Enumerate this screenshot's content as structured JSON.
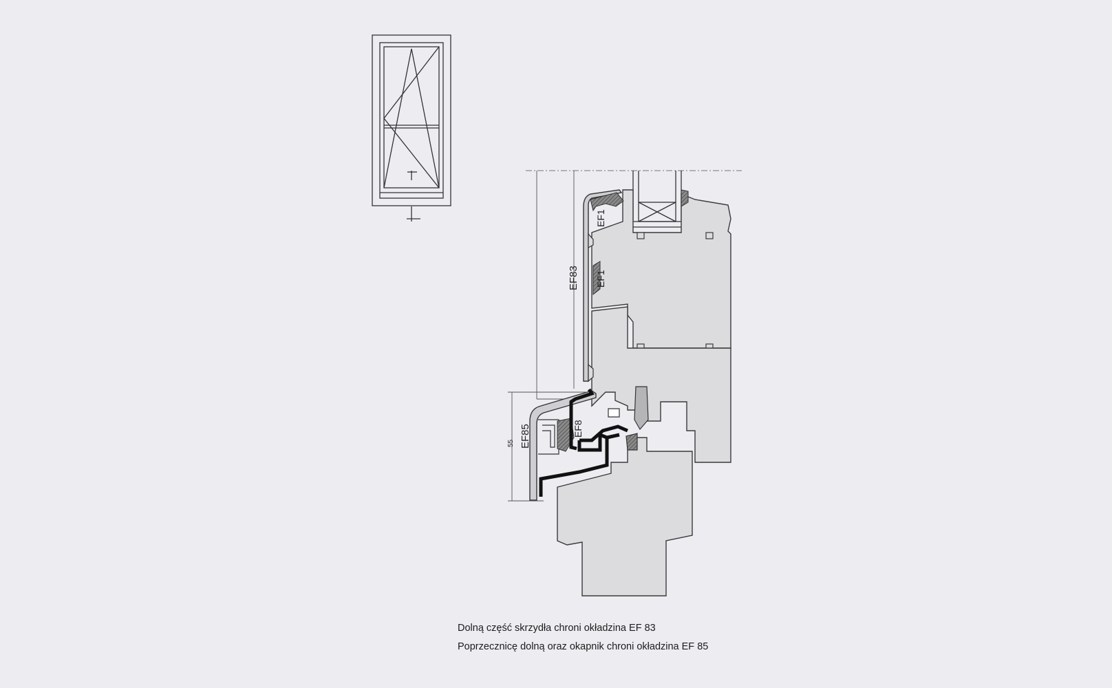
{
  "labels": {
    "ef1_upper": "EF1",
    "ef1_lower": "EF1",
    "ef83": "EF83",
    "ef8": "EF8",
    "ef85": "EF85",
    "dim_55": "55"
  },
  "caption": {
    "line1": "Dolną część skrzydła chroni okładzina EF 83",
    "line2": "Poprzecznicę dolną oraz okapnik chroni okładzina EF 85"
  },
  "colors": {
    "background": "#edecf1",
    "profile_fill": "#dcdcdf",
    "outline": "#3a3a3a",
    "cladding": "#111111",
    "gasket": "#7a7a7a"
  }
}
